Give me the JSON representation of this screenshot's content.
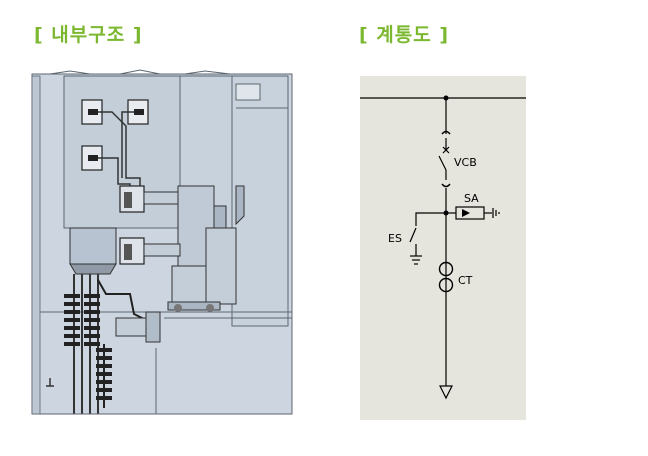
{
  "headings": {
    "internal_structure": "[ 내부구조 ]",
    "single_line_diagram": "[ 계통도 ]"
  },
  "single_line_labels": {
    "vcb": "VCB",
    "sa": "SA",
    "es": "ES",
    "ct": "CT"
  },
  "colors": {
    "heading": "#7cb82f",
    "cabinet_fill": "#cdd6e0",
    "cabinet_dark": "#b7c3d0",
    "diagram_bg": "#e5e5dd",
    "line": "#000000"
  }
}
